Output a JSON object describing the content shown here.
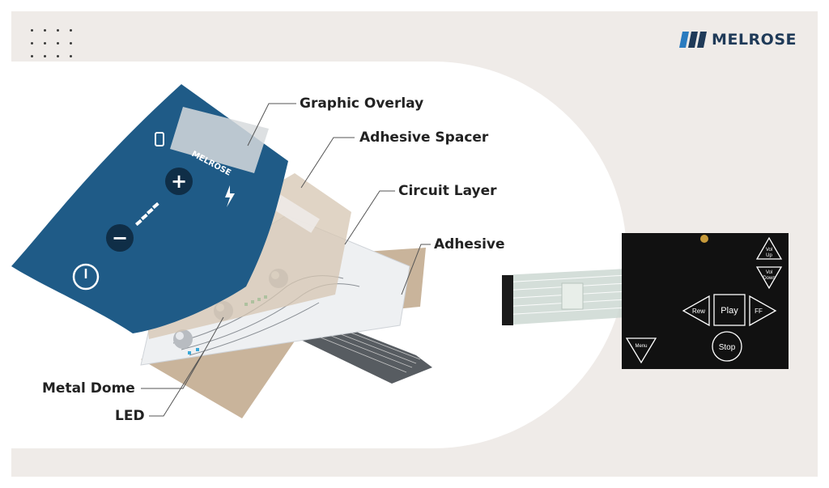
{
  "brand": {
    "name": "MELROSE",
    "color": "#1f3a58"
  },
  "labels": {
    "graphic_overlay": "Graphic Overlay",
    "adhesive_spacer": "Adhesive Spacer",
    "circuit_layer": "Circuit Layer",
    "adhesive": "Adhesive",
    "metal_dome": "Metal Dome",
    "led": "LED"
  },
  "overlay": {
    "logo_text": "MELROSE",
    "plus_symbol": "+",
    "minus_symbol": "−",
    "color": "#1f5b87"
  },
  "keypad": {
    "vol_up": [
      "Vol",
      "Up"
    ],
    "vol_down": [
      "Vol",
      "Down"
    ],
    "rew": "Rew",
    "play": "Play",
    "ff": "FF",
    "menu": "Menu",
    "stop": "Stop"
  },
  "colors": {
    "frame": "#efebe8",
    "tan_layer": "#c9b49b",
    "keypad_body": "#111111"
  }
}
